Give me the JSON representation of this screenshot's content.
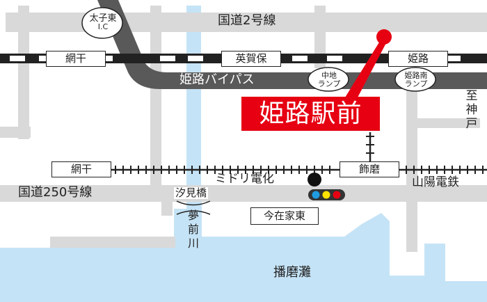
{
  "roads": {
    "route2": "国道2号線",
    "route250": "国道250号線",
    "bypass": "姫路バイパス"
  },
  "interchanges": {
    "taishi_east": {
      "line1": "太子東",
      "line2": "I.C"
    },
    "nakachi": {
      "line1": "中地",
      "line2": "ランプ"
    },
    "himeji_minami": {
      "line1": "姫路南",
      "line2": "ランプ"
    }
  },
  "stations": {
    "aboshi_jr": "網干",
    "agaho": "英賀保",
    "himeji": "姫路",
    "aboshi_sanyo": "網干",
    "shikama": "飾磨"
  },
  "railways": {
    "to_kobe": "至神戸",
    "midori_denka": "ミドリ電化",
    "sanyo_dentetsu": "山陽電鉄"
  },
  "landmarks": {
    "shiomibashi": "汐見橋",
    "yumesaki_river": "夢前川",
    "imazaike_higashi": "今在家東",
    "harima_nada": "播磨灘"
  },
  "callout": "姫路駅前",
  "colors": {
    "callout_red": "#e60012",
    "road_gray": "#d9d9d9",
    "bypass_gray": "#595959",
    "water_blue": "#c5e3f6",
    "signal_blue": "#1f9be0",
    "signal_yellow": "#ffe100",
    "signal_red": "#e60012"
  }
}
